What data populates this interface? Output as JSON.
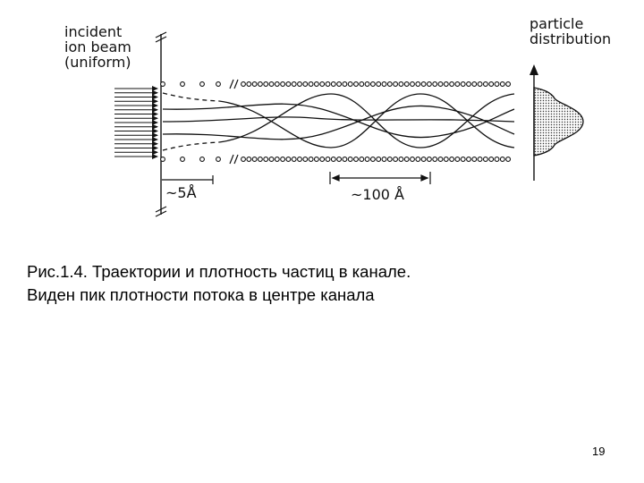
{
  "figure": {
    "beam_label": [
      "incident",
      "ion beam",
      "(uniform)"
    ],
    "distribution_label": [
      "particle",
      "distribution"
    ],
    "small_scale": "~5Å",
    "large_scale": "~100 Å"
  },
  "caption": {
    "line1": "Рис.1.4. Траектории и плотность частиц в канале.",
    "line2": "Виден пик плотности  потока в центре канала"
  },
  "page_number": "19"
}
